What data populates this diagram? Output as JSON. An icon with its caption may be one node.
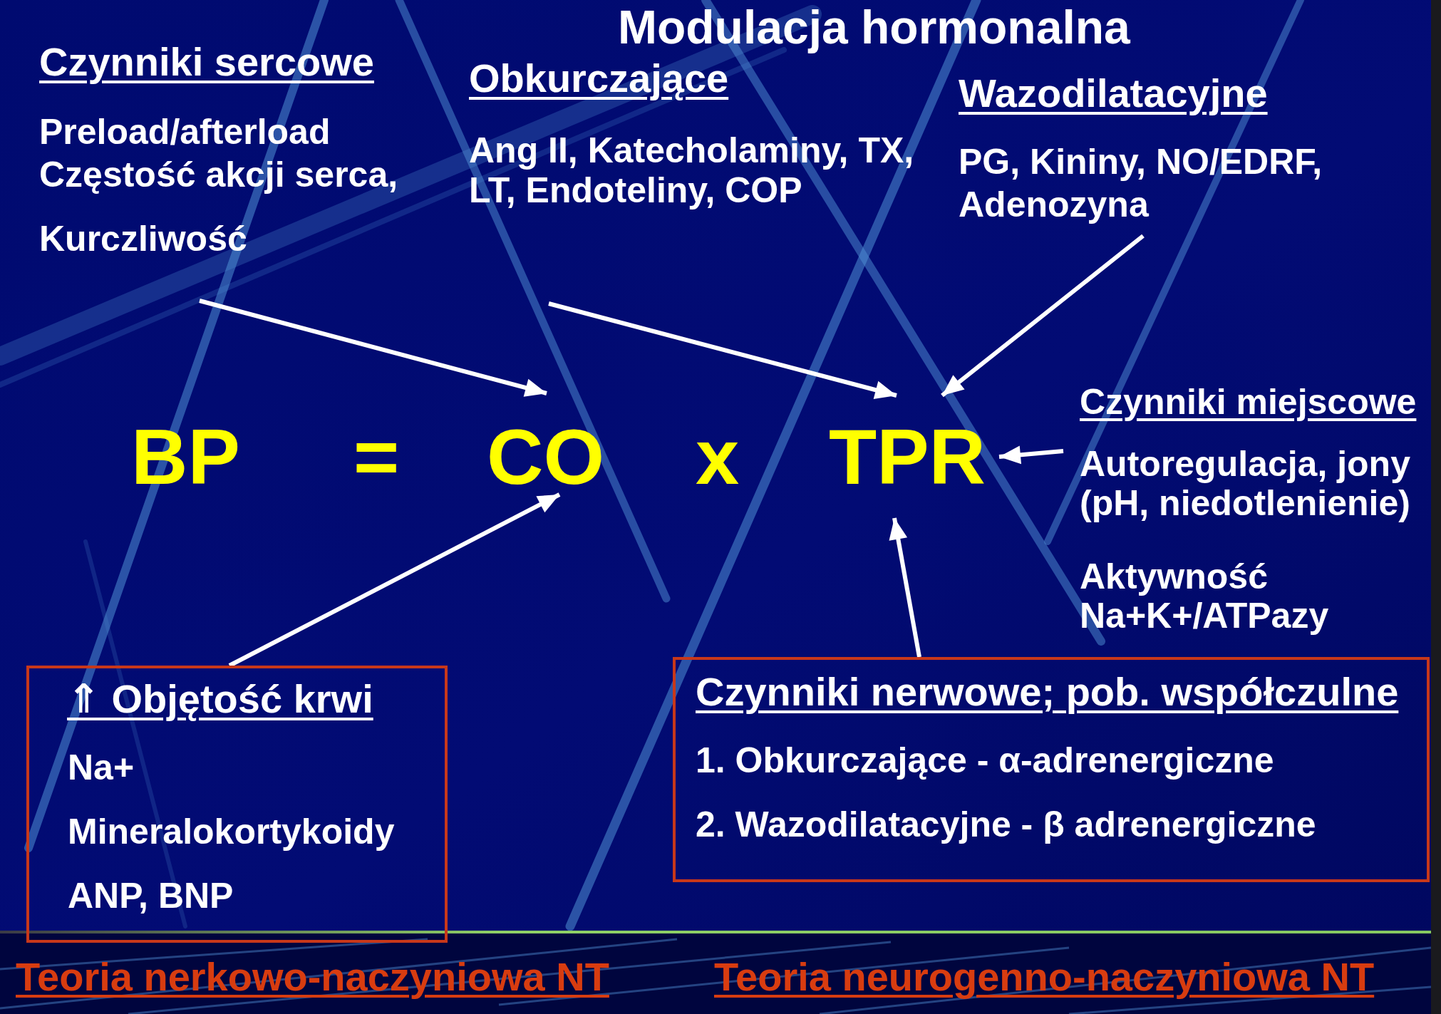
{
  "diagram": {
    "title": "Modulacja hormonalna",
    "nodes": [
      {
        "text": [
          "Czynniki sercowe",
          "Preload/afterload Częstość akcji serca,",
          "Kurczliwość"
        ]
      },
      {
        "text": [
          "Obkurczające",
          "Ang II, Katecholaminy, TX, LT, Endoteliny, COP"
        ]
      },
      {
        "text": [
          "Wazodilatacyjne",
          "PG, Kininy, NO/EDRF, Adenozyna"
        ]
      },
      {
        "text": [
          "CO"
        ]
      },
      {
        "text": [
          "TPR"
        ]
      },
      {
        "text": [
          "Czynniki miejscowe",
          "Autoregulacja, jony (pH, niedotlenienie)",
          "Aktywność Na+K+/ATPazy"
        ]
      },
      {
        "text": [
          "⇑ Objętość krwi",
          "Na+",
          "Mineralokortykoidy",
          "ANP, BNP"
        ]
      },
      {
        "text": [
          "Czynniki nerwowe; pob. współczulne",
          "1. Obkurczające - α-adrenergiczne",
          "2. Wazodilatacyjne - β adrenergiczne"
        ]
      }
    ],
    "edges": [
      {
        "from": 0,
        "to": 3,
        "arrow": "to"
      },
      {
        "from": 1,
        "to": 4,
        "arrow": "to"
      },
      {
        "from": 2,
        "to": 4,
        "arrow": "to"
      },
      {
        "from": 5,
        "to": 4,
        "arrow": "to"
      },
      {
        "from": 6,
        "to": 3,
        "arrow": "to"
      },
      {
        "from": 7,
        "to": 4,
        "arrow": "to"
      }
    ],
    "labels": [
      "BP",
      "=",
      "x",
      "Teoria nerkowo-naczyniowa NT",
      "Teoria neurogenno-naczyniowa NT"
    ]
  }
}
